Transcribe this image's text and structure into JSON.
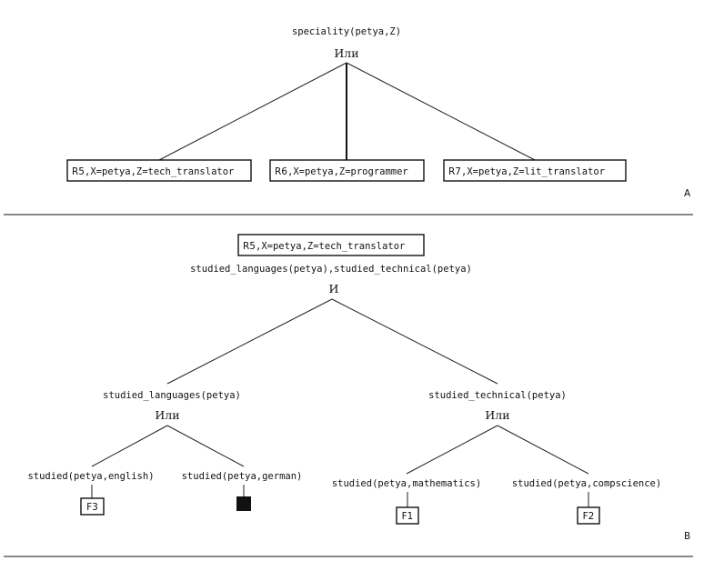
{
  "panel_a": {
    "goal": "speciality(petya,Z)",
    "or_label": "Или",
    "rules": [
      {
        "id": "R5",
        "text": "X=petya,Z=tech_translator"
      },
      {
        "id": "R6",
        "text": "X=petya,Z=programmer"
      },
      {
        "id": "R7",
        "text": "X=petya,Z=lit_translator"
      }
    ],
    "panel_label": "A"
  },
  "panel_b": {
    "rule_box": {
      "id": "R5",
      "text": "X=petya,Z=tech_translator"
    },
    "conjunction": "studied_languages(petya),studied_technical(petya)",
    "and_label": "И",
    "left": {
      "goal": "studied_languages(petya)",
      "or_label": "Или",
      "children": [
        {
          "goal": "studied(petya,english)",
          "fact": "F3",
          "failed": false
        },
        {
          "goal": "studied(petya,german)",
          "fact": "",
          "failed": true
        }
      ]
    },
    "right": {
      "goal": "studied_technical(petya)",
      "or_label": "Или",
      "children": [
        {
          "goal": "studied(petya,mathematics)",
          "fact": "F1",
          "failed": false
        },
        {
          "goal": "studied(petya,compscience)",
          "fact": "F2",
          "failed": false
        }
      ]
    },
    "panel_label": "B"
  }
}
